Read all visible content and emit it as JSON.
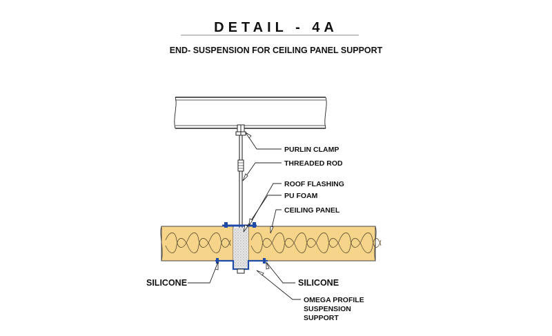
{
  "title": "DETAIL - 4A",
  "subtitle": "END- SUSPENSION FOR CEILING PANEL SUPPORT",
  "labels": {
    "purlin_clamp": "PURLIN CLAMP",
    "threaded_rod": "THREADED ROD",
    "roof_flashing": "ROOF FLASHING",
    "pu_foam": "PU FOAM",
    "ceiling_panel": "CEILING PANEL",
    "silicone_left": "SILICONE",
    "silicone_right": "SILICONE",
    "omega_line1": "OMEGA PROFILE",
    "omega_line2": "SUSPENSION",
    "omega_line3": "SUPPORT"
  },
  "colors": {
    "panel_fill": "#f6d58a",
    "panel_stroke": "#444444",
    "insulation_curve": "#6b5a3a",
    "omega_profile": "#1f4aa8",
    "line": "#222222",
    "pu_foam": "#dcdcdc"
  }
}
